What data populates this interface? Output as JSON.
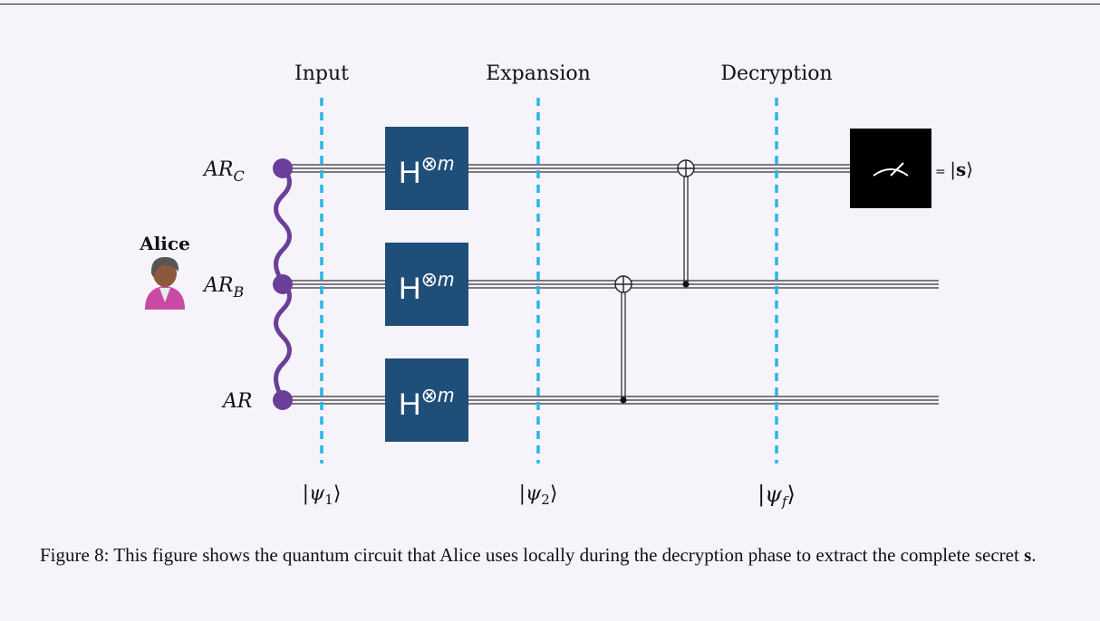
{
  "stages": [
    {
      "label": "Input",
      "state_base": "ψ",
      "state_sub": "1"
    },
    {
      "label": "Expansion",
      "state_base": "ψ",
      "state_sub": "2"
    },
    {
      "label": "Decryption",
      "state_base": "ψ",
      "state_sub": "f"
    }
  ],
  "wires": [
    {
      "base": "AR",
      "sub": "C"
    },
    {
      "base": "AR",
      "sub": "B"
    },
    {
      "base": "AR",
      "sub": ""
    }
  ],
  "party": {
    "name": "Alice"
  },
  "gate": {
    "base": "H",
    "sup": "⊗m"
  },
  "measure": {
    "output_prefix": "= ",
    "output_base": "|",
    "output_bold": "s",
    "output_end": "⟩"
  },
  "colors": {
    "entangle": "#6a3f99",
    "gate": "#1f4e79",
    "barrier": "#29b6e6",
    "measure": "#000000"
  },
  "caption": {
    "text": "Figure 8: This figure shows the quantum circuit that Alice uses locally during the decryption phase to extract the complete secret ",
    "bold": "s",
    "end": "."
  }
}
